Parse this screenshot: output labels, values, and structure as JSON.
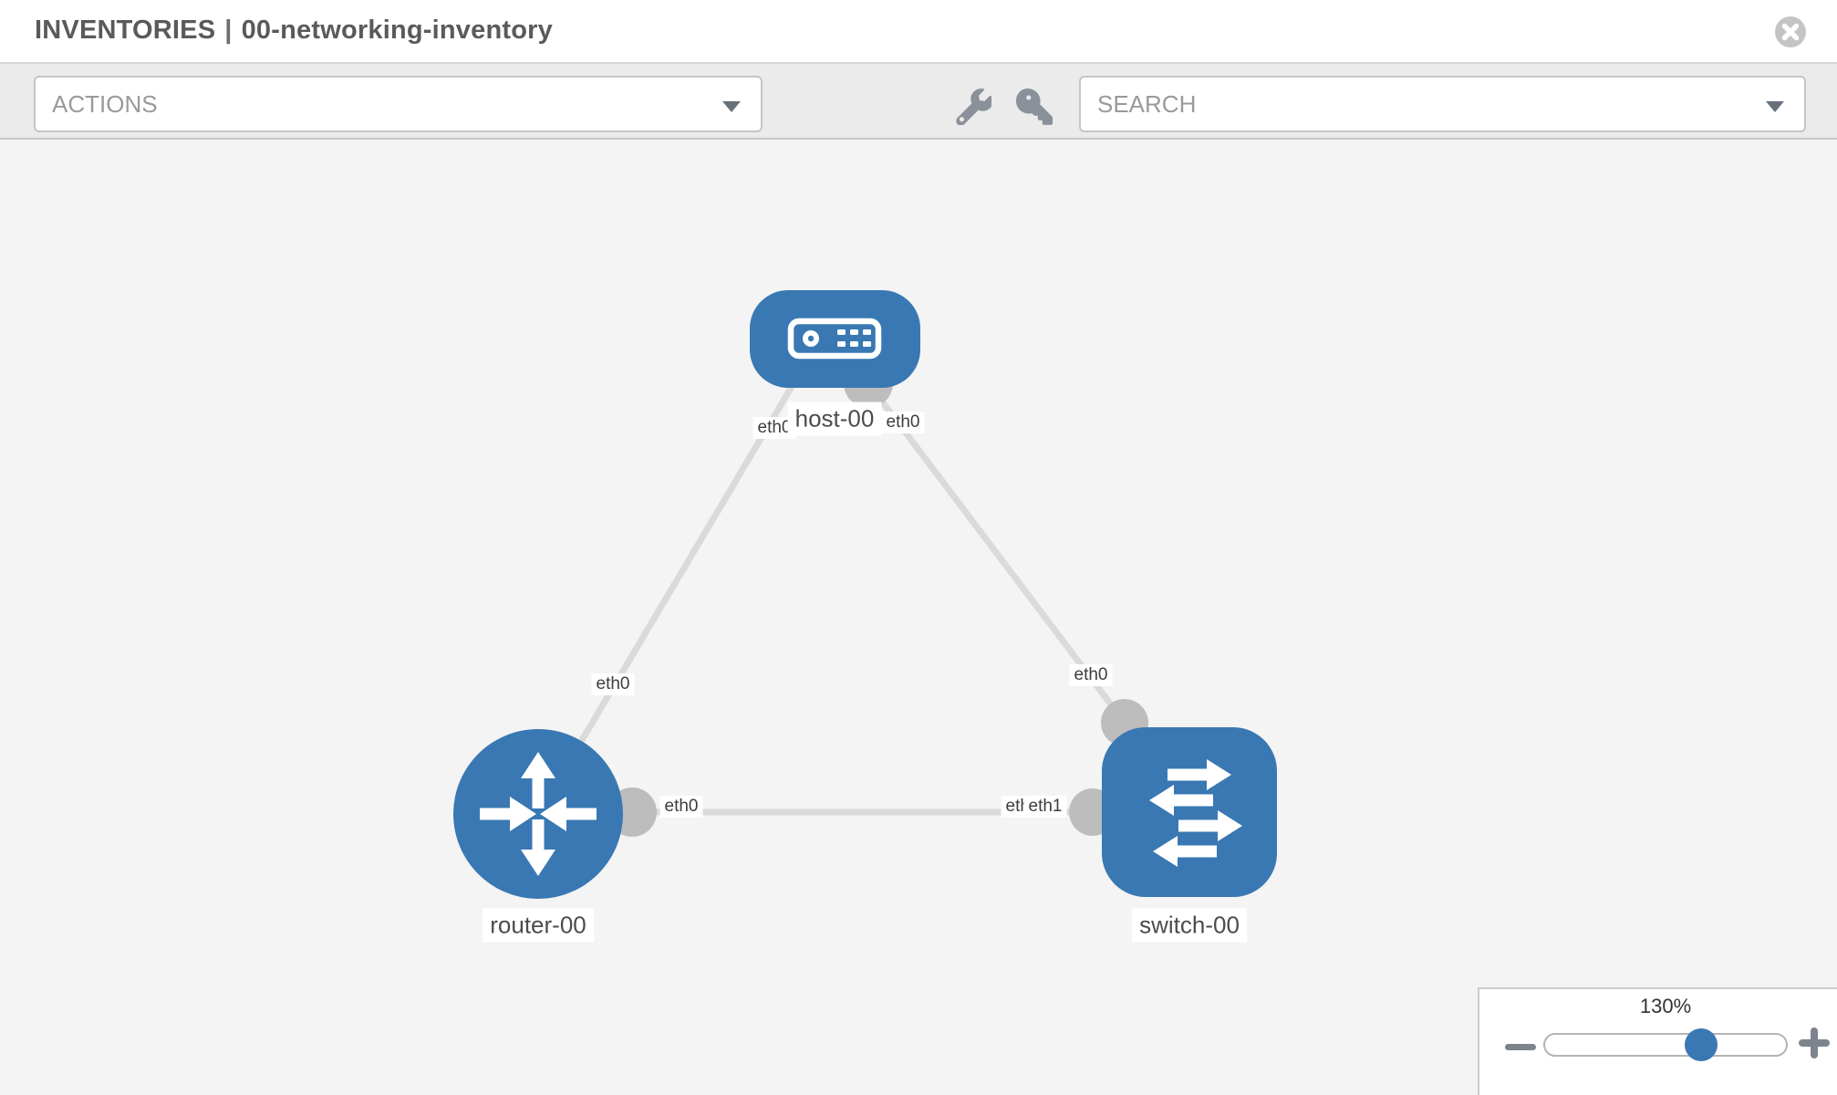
{
  "header": {
    "title_main": "INVENTORIES",
    "separator": "|",
    "title_sub": "00-networking-inventory",
    "close_icon": "x-circle-icon"
  },
  "toolbar": {
    "actions_label": "ACTIONS",
    "search_label": "SEARCH",
    "tool_icons": [
      "wrench-icon",
      "key-icon"
    ]
  },
  "topology": {
    "nodes": [
      {
        "id": "host-00",
        "type": "host",
        "label": "host-00"
      },
      {
        "id": "router-00",
        "type": "router",
        "label": "router-00"
      },
      {
        "id": "switch-00",
        "type": "switch",
        "label": "switch-00"
      }
    ],
    "links": [
      {
        "source": "host-00",
        "target": "router-00",
        "source_interface": "eth0",
        "target_interface": "eth0"
      },
      {
        "source": "host-00",
        "target": "switch-00",
        "source_interface": "eth0",
        "target_interface": "eth0"
      },
      {
        "source": "router-00",
        "target": "switch-00",
        "source_interface": "eth0",
        "target_interface": "eth1"
      }
    ],
    "interface_chips": {
      "host_left": "eth0",
      "host_right": "eth0",
      "host_router_mid": "eth0",
      "host_switch_mid": "eth0",
      "bottom_router_end": "eth0",
      "bottom_switch_end_back": "eth0",
      "bottom_switch_end_front": "eth1"
    }
  },
  "zoom_control": {
    "level": "130%"
  },
  "colors": {
    "node_blue": "#3978b3",
    "canvas_bg": "#f4f4f4",
    "toolbar_bg": "#ebebeb",
    "link_gray": "#dadada",
    "dot_gray": "#bdbdbd",
    "icon_gray": "#8a919b",
    "title_gray": "#5a5a5a"
  }
}
